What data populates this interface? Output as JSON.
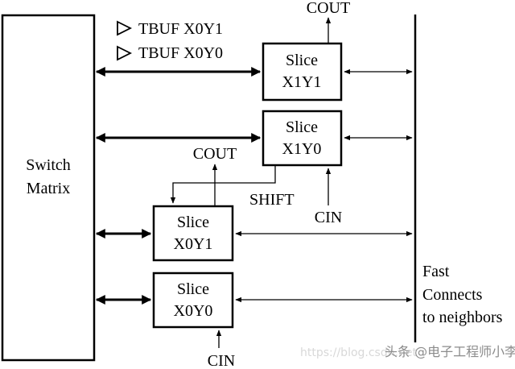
{
  "switch_matrix": {
    "line1": "Switch",
    "line2": "Matrix"
  },
  "tbuf": {
    "top": "TBUF X0Y1",
    "bottom": "TBUF X0Y0"
  },
  "slices": {
    "x1y1": {
      "line1": "Slice",
      "line2": "X1Y1"
    },
    "x1y0": {
      "line1": "Slice",
      "line2": "X1Y0"
    },
    "x0y1": {
      "line1": "Slice",
      "line2": "X0Y1"
    },
    "x0y0": {
      "line1": "Slice",
      "line2": "X0Y0"
    }
  },
  "signals": {
    "cout_top": "COUT",
    "cout_mid": "COUT",
    "shift": "SHIFT",
    "cin_mid": "CIN",
    "cin_bottom": "CIN"
  },
  "fast_connects": {
    "line1": "Fast",
    "line2": "Connects",
    "line3": "to neighbors"
  },
  "watermark": {
    "url": "https://blog.csdn.net",
    "author": "头条 @电子工程师小李"
  }
}
